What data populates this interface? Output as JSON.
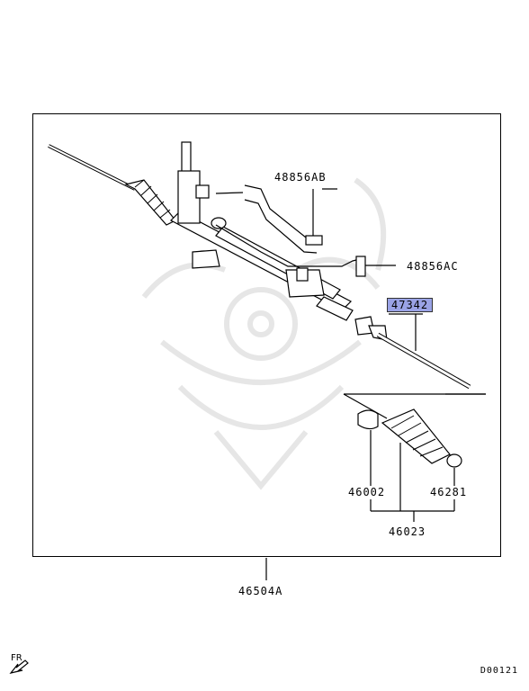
{
  "parts": {
    "p48856AB": "48856AB",
    "p48856AC": "48856AC",
    "p47342": "47342",
    "p46002": "46002",
    "p46281": "46281",
    "p46023": "46023",
    "p46504A": "46504A"
  },
  "footer": {
    "fr": "FR",
    "code": "D00121"
  },
  "colors": {
    "highlight": "#9aa3e6",
    "watermark": "#e6e6e6"
  }
}
